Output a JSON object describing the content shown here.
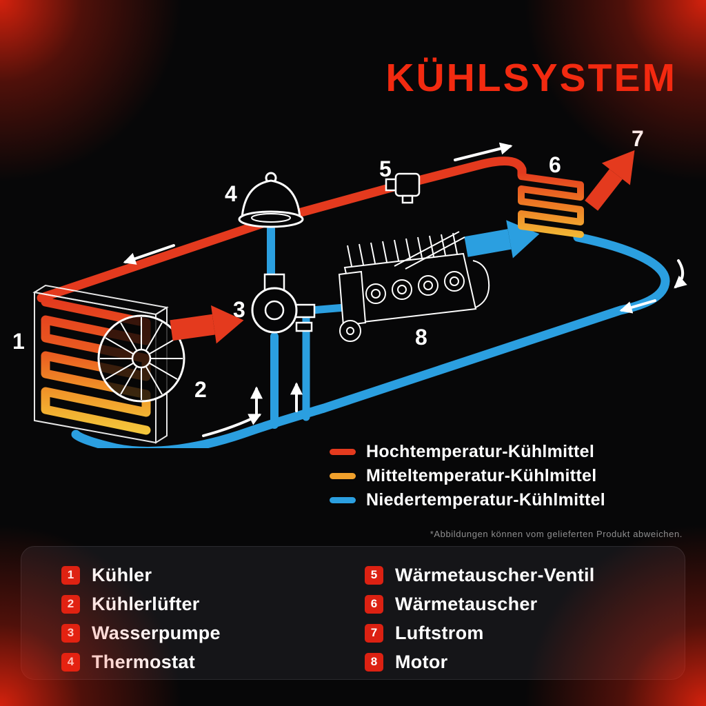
{
  "title": "KÜHLSYSTEM",
  "colors": {
    "accent_red": "#f22a10",
    "pipe_hot": "#e43a1e",
    "pipe_mid": "#f0a02c",
    "pipe_cold": "#2b9fe0",
    "panel_bg": "#151518",
    "badge_red": "#dc2112"
  },
  "diagram": {
    "numbers": [
      "1",
      "2",
      "3",
      "4",
      "5",
      "6",
      "7",
      "8"
    ]
  },
  "legend": {
    "items": [
      {
        "label": "Hochtemperatur-Kühlmittel",
        "color": "#e43a1e"
      },
      {
        "label": "Mitteltemperatur-Kühlmittel",
        "color": "#f0a02c"
      },
      {
        "label": "Niedertemperatur-Kühlmittel",
        "color": "#2b9fe0"
      }
    ]
  },
  "disclaimer": "*Abbildungen können vom gelieferten Produkt abweichen.",
  "parts": [
    {
      "num": "1",
      "label": "Kühler"
    },
    {
      "num": "2",
      "label": "Kühlerlüfter"
    },
    {
      "num": "3",
      "label": "Wasserpumpe"
    },
    {
      "num": "4",
      "label": "Thermostat"
    },
    {
      "num": "5",
      "label": "Wärmetauscher-Ventil"
    },
    {
      "num": "6",
      "label": "Wärmetauscher"
    },
    {
      "num": "7",
      "label": "Luftstrom"
    },
    {
      "num": "8",
      "label": "Motor"
    }
  ]
}
